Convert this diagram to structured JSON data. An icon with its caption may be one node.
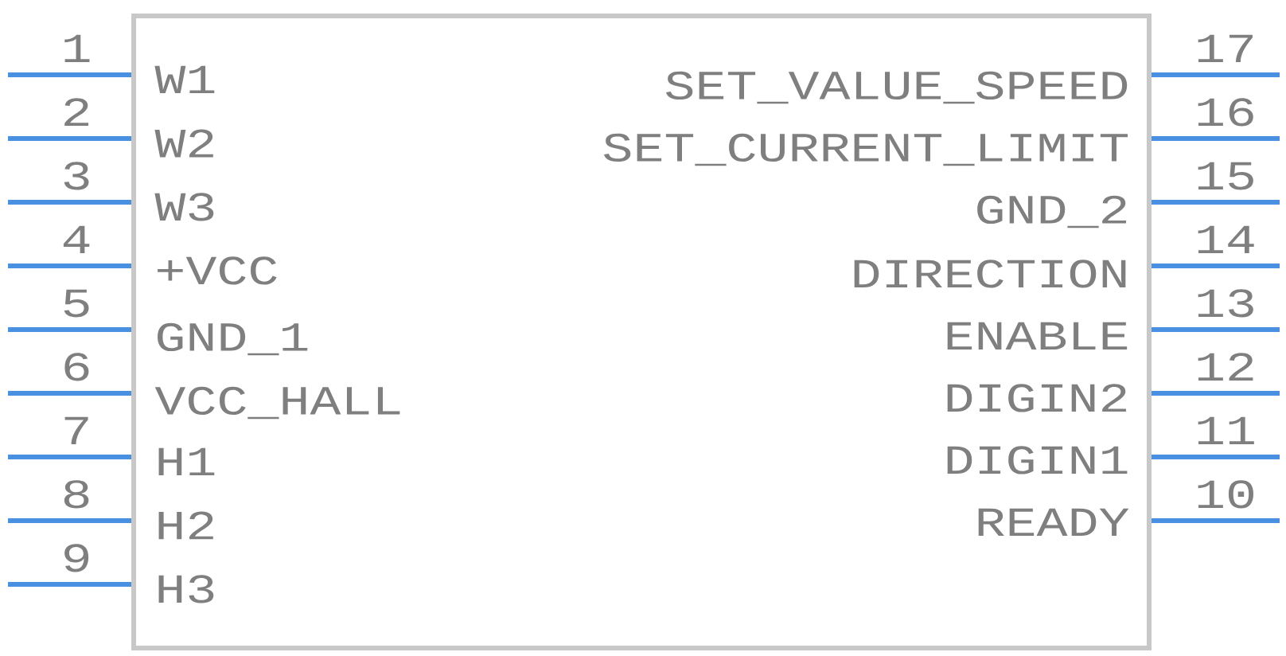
{
  "diagram": {
    "nodes": [
      {
        "text": [
          "W1",
          "W2",
          "W3",
          "+VCC",
          "GND_1",
          "VCC_HALL",
          "H1",
          "H2",
          "H3",
          "SET_VALUE_SPEED",
          "SET_CURRENT_LIMIT",
          "GND_2",
          "DIRECTION",
          "ENABLE",
          "DIGIN2",
          "DIGIN1",
          "READY"
        ]
      }
    ],
    "edges": [],
    "labels": [
      "1",
      "2",
      "3",
      "4",
      "5",
      "6",
      "7",
      "8",
      "9",
      "17",
      "16",
      "15",
      "14",
      "13",
      "12",
      "11",
      "10"
    ]
  }
}
